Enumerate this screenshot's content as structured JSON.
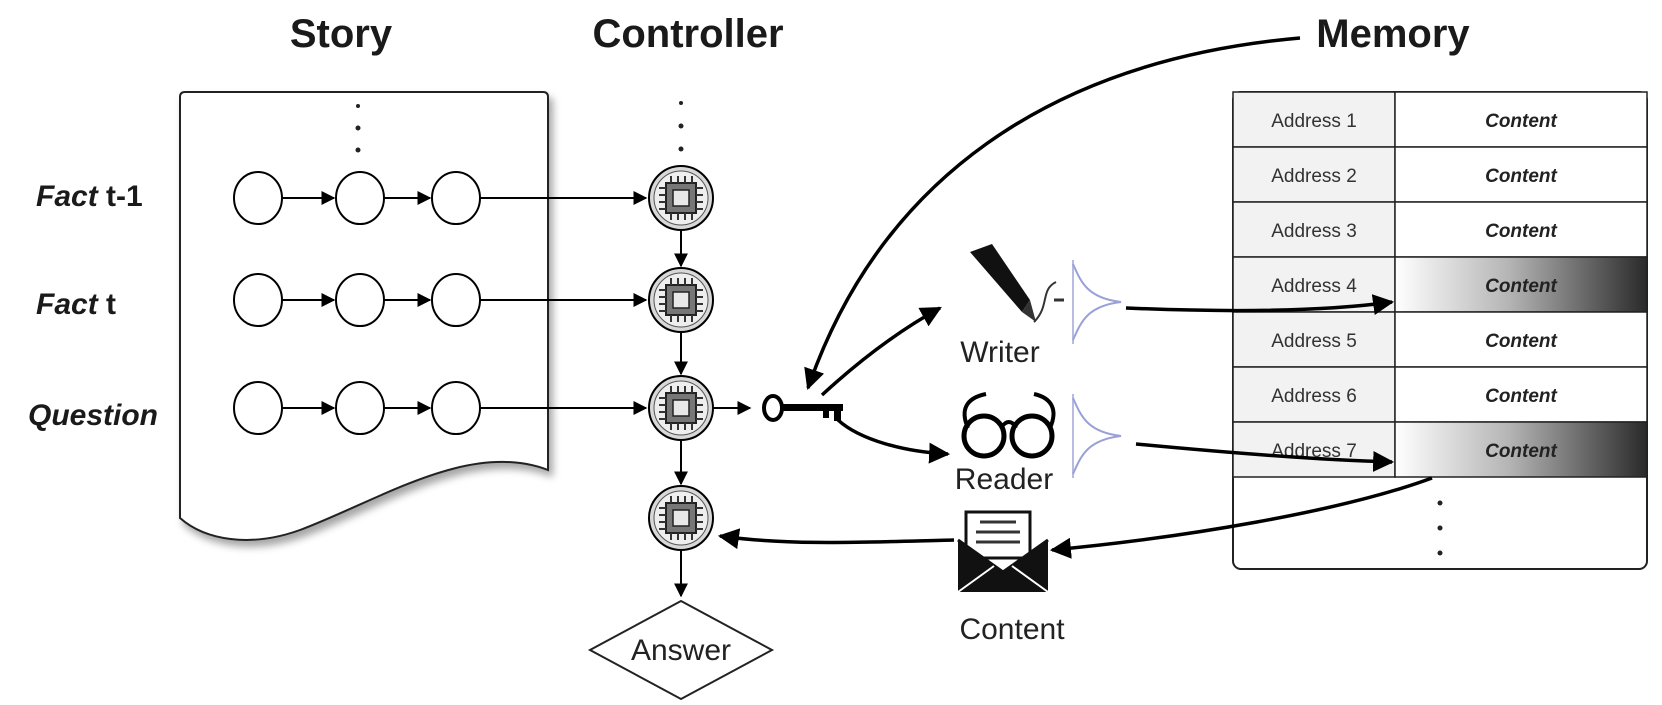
{
  "headers": {
    "story": "Story",
    "controller": "Controller",
    "memory": "Memory"
  },
  "rows": {
    "fact_prev": {
      "italic": "Fact",
      "rest": "t-1"
    },
    "fact_cur": {
      "italic": "Fact",
      "rest": "t"
    },
    "question": {
      "italic": "Question",
      "rest": ""
    }
  },
  "memory": {
    "rows": [
      {
        "address": "Address 1",
        "content": "Content",
        "highlighted": false
      },
      {
        "address": "Address 2",
        "content": "Content",
        "highlighted": false
      },
      {
        "address": "Address 3",
        "content": "Content",
        "highlighted": false
      },
      {
        "address": "Address 4",
        "content": "Content",
        "highlighted": true
      },
      {
        "address": "Address 5",
        "content": "Content",
        "highlighted": false
      },
      {
        "address": "Address 6",
        "content": "Content",
        "highlighted": false
      },
      {
        "address": "Address 7",
        "content": "Content",
        "highlighted": true
      }
    ]
  },
  "labels": {
    "writer": "Writer",
    "reader": "Reader",
    "content": "Content",
    "answer": "Answer"
  },
  "icons": [
    "chip-icon",
    "key-icon",
    "pen-icon",
    "glasses-icon",
    "envelope-icon",
    "distribution-icon"
  ],
  "colors": {
    "highlight_dark": "#2a2a2a",
    "highlight_light": "#ffffff",
    "distribution": "#9aa0d8"
  }
}
